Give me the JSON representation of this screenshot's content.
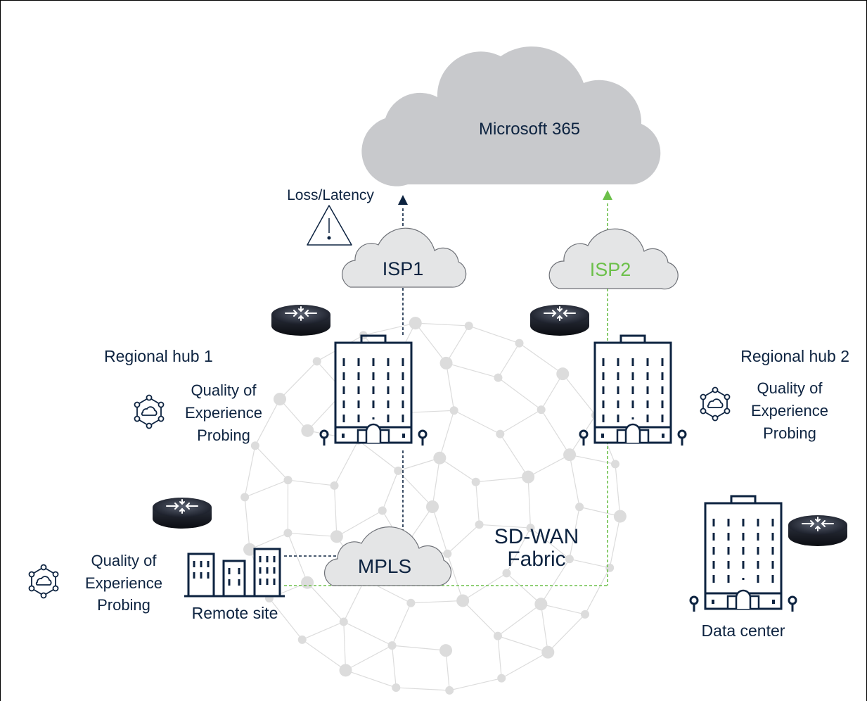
{
  "cloud_service": {
    "label": "Microsoft 365"
  },
  "alert": {
    "label": "Loss/Latency"
  },
  "isp1": {
    "label": "ISP1"
  },
  "isp2": {
    "label": "ISP2"
  },
  "mpls": {
    "label": "MPLS"
  },
  "fabric": {
    "line1": "SD-WAN",
    "line2": "Fabric"
  },
  "regional_hub_1": {
    "label": "Regional hub 1",
    "qoe": [
      "Quality of",
      "Experience",
      "Probing"
    ]
  },
  "regional_hub_2": {
    "label": "Regional hub 2",
    "qoe": [
      "Quality of",
      "Experience",
      "Probing"
    ]
  },
  "remote_site": {
    "label": "Remote site",
    "qoe": [
      "Quality of",
      "Experience",
      "Probing"
    ]
  },
  "data_center": {
    "label": "Data center"
  },
  "colors": {
    "navy": "#0d2340",
    "green": "#6cc04a",
    "cloud_fill": "#c8c9cc",
    "mesh": "#dcdcdc"
  }
}
